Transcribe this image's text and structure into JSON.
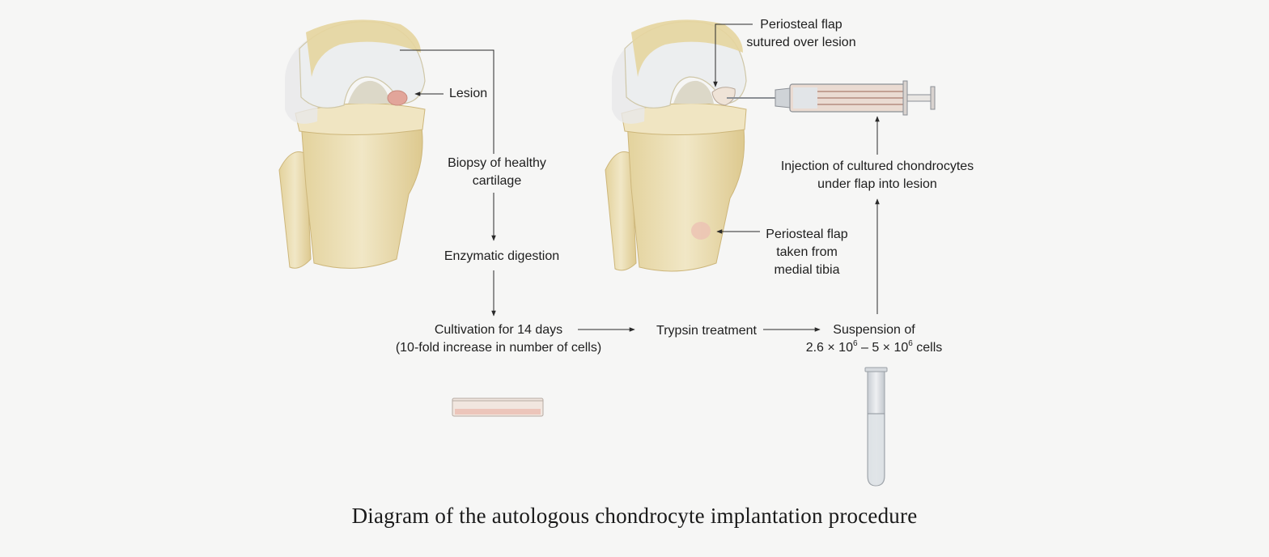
{
  "labels": {
    "lesion": "Lesion",
    "biopsy_line1": "Biopsy of healthy",
    "biopsy_line2": "cartilage",
    "enzymatic": "Enzymatic digestion",
    "cultivation_line1": "Cultivation for 14 days",
    "cultivation_line2": "(10-fold increase in number of cells)",
    "trypsin": "Trypsin treatment",
    "suspension_line1": "Suspension of",
    "suspension_a": "2.6 × 10",
    "suspension_exp1": "6",
    "suspension_b": " – 5 × 10",
    "suspension_exp2": "6",
    "suspension_c": " cells",
    "flap_sutured_line1": "Periosteal flap",
    "flap_sutured_line2": "sutured over lesion",
    "injection_line1": "Injection of cultured chondrocytes",
    "injection_line2": "under flap into lesion",
    "flap_taken_line1": "Periosteal flap",
    "flap_taken_line2": "taken from",
    "flap_taken_line3": "medial tibia"
  },
  "caption": "Diagram of the autologous chondrocyte implantation procedure",
  "colors": {
    "bone": "#ecdfb6",
    "bone_shadow": "#d9c58a",
    "cartilage": "#eef0f2",
    "lesion": "#e2a59a",
    "arrow": "#2a2a2a"
  }
}
